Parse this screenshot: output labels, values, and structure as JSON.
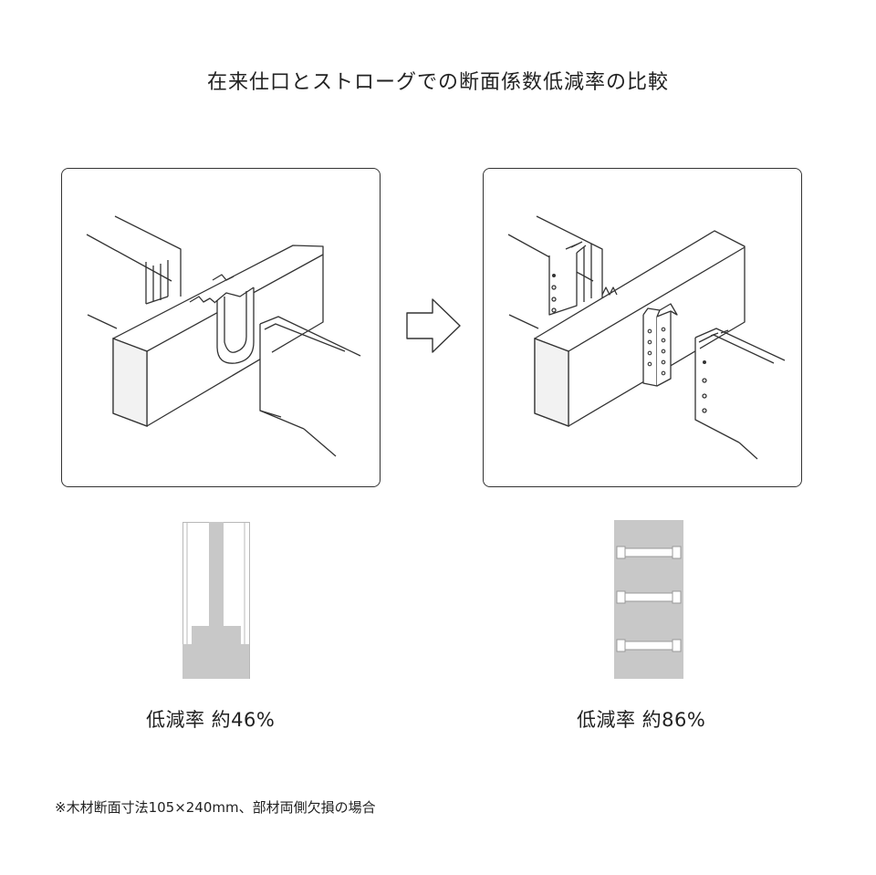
{
  "title": "在来仕口とストローグでの断面係数低減率の比較",
  "left": {
    "rate_label": "低減率 約46%",
    "value_percent": 46
  },
  "right": {
    "rate_label": "低減率 約86%",
    "value_percent": 86
  },
  "note": "※木材断面寸法105×240mm、部材両側欠損の場合",
  "colors": {
    "outline": "#333333",
    "section_fill": "#c8c8c8",
    "end_grain": "#f2f2f2",
    "panel_border": "#333333"
  },
  "icons": {
    "arrow": "right-arrow-outline-icon"
  }
}
